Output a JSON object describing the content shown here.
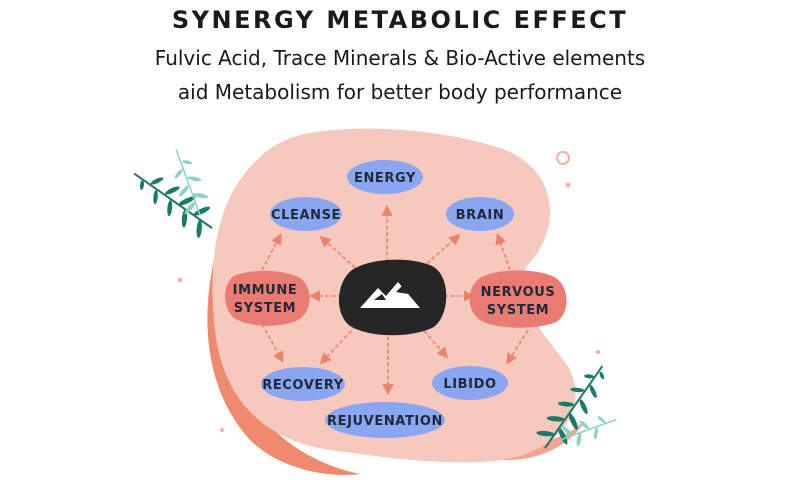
{
  "title": "SYNERGY METABOLIC EFFECT",
  "subtitle_line1": "Fulvic Acid, Trace Minerals & Bio-Active elements",
  "subtitle_line2": "aid Metabolism for better body performance",
  "nodes": {
    "energy": "ENERGY",
    "cleanse": "CLEANSE",
    "brain": "BRAIN",
    "immune_line1": "IMMUNE",
    "immune_line2": "SYSTEM",
    "nervous_line1": "NERVOUS",
    "nervous_line2": "SYSTEM",
    "recovery": "RECOVERY",
    "libido": "LIBIDO",
    "rejuvenation": "REJUVENATION"
  },
  "colors": {
    "blob": "#f6c8be",
    "blob_accent": "#f08a6e",
    "blue_node": "#8aa6f0",
    "red_node": "#ea7b73",
    "center": "#262626",
    "arrow": "#e9836d",
    "leaf": "#1c7a6a",
    "leaf_light": "#8dd2c4"
  },
  "icons": {
    "center": "mountain-icon",
    "leaves": "fern-leaf-icon"
  }
}
